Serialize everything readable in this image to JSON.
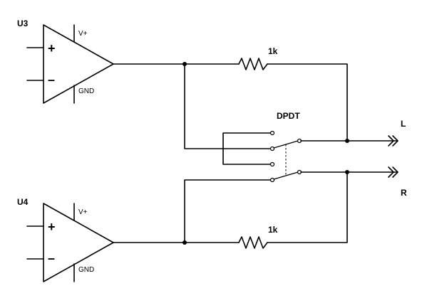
{
  "opamps": [
    {
      "ref": "U3",
      "supply_label": "V+",
      "ground_label": "GND",
      "plus_sign": "+",
      "minus_sign": "–"
    },
    {
      "ref": "U4",
      "supply_label": "V+",
      "ground_label": "GND",
      "plus_sign": "+",
      "minus_sign": "–"
    }
  ],
  "resistors": [
    {
      "value": "1k"
    },
    {
      "value": "1k"
    }
  ],
  "switch": {
    "label": "DPDT"
  },
  "outputs": [
    {
      "label": "L"
    },
    {
      "label": "R"
    }
  ]
}
